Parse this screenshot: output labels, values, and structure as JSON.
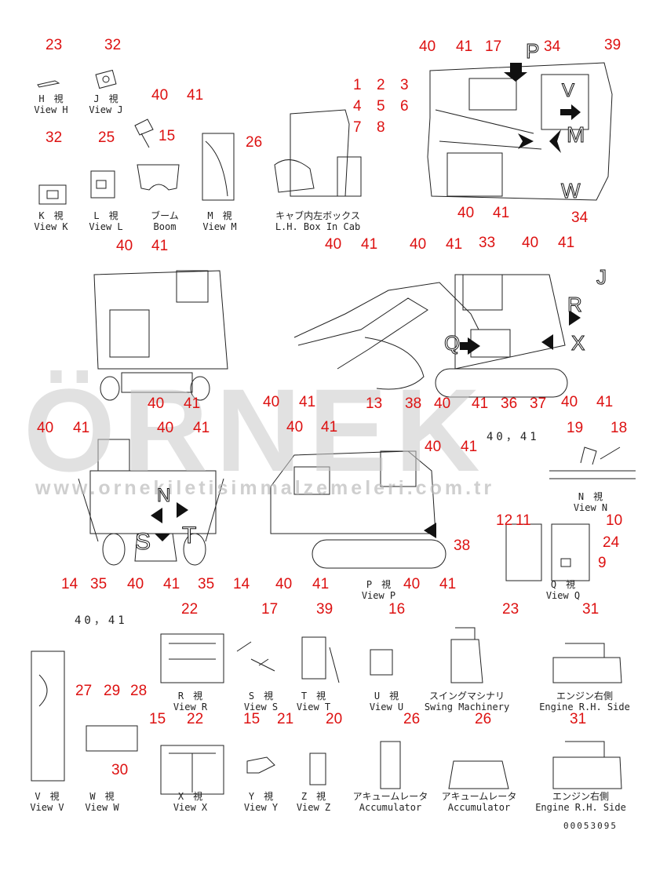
{
  "watermark": {
    "brand": "ÖRNEK",
    "url": "www.ornekiletisimmalzemeleri.com.tr"
  },
  "doc_code": "00053095",
  "callout_40_41": "40，41",
  "views": {
    "h": "H　視",
    "h_en": "View H",
    "j": "J　視",
    "j_en": "View J",
    "k": "K　視",
    "k_en": "View K",
    "l": "L　視",
    "l_en": "View L",
    "boom": "ブーム",
    "boom_en": "Boom",
    "m": "M　視",
    "m_en": "View M",
    "cab": "キャブ内左ボックス",
    "cab_en": "L.H. Box In Cab",
    "n": "N　視",
    "n_en": "View N",
    "p": "P　視",
    "p_en": "View P",
    "q": "Q　視",
    "q_en": "View Q",
    "r": "R　視",
    "r_en": "View R",
    "s": "S　視",
    "s_en": "View S",
    "t": "T　視",
    "t_en": "View T",
    "u": "U　視",
    "u_en": "View U",
    "swing": "スイングマシナリ",
    "swing_en": "Swing Machinery",
    "eng_rh1": "エンジン右側",
    "eng_rh1_en": "Engine R.H. Side",
    "v": "V　視",
    "v_en": "View V",
    "w": "W　視",
    "w_en": "View W",
    "x": "X　視",
    "x_en": "View X",
    "y": "Y　視",
    "y_en": "View Y",
    "z": "Z　視",
    "z_en": "View Z",
    "acc1": "アキュームレータ",
    "acc1_en": "Accumulator",
    "acc2": "アキュームレータ",
    "acc2_en": "Accumulator",
    "eng_rh2": "エンジン右側",
    "eng_rh2_en": "Engine R.H. Side"
  },
  "view_letters": [
    "P",
    "V",
    "J",
    "M",
    "W",
    "R",
    "X",
    "Q",
    "N",
    "S",
    "T"
  ],
  "callouts": [
    {
      "id": "c1",
      "text": "23"
    },
    {
      "id": "c2",
      "text": "32"
    },
    {
      "id": "c3",
      "text": "40"
    },
    {
      "id": "c4",
      "text": "41"
    },
    {
      "id": "c5",
      "text": "15"
    },
    {
      "id": "c6",
      "text": "32"
    },
    {
      "id": "c7",
      "text": "25"
    },
    {
      "id": "c8",
      "text": "26"
    },
    {
      "id": "c9",
      "text": "1"
    },
    {
      "id": "c10",
      "text": "2"
    },
    {
      "id": "c11",
      "text": "3"
    },
    {
      "id": "c12",
      "text": "4"
    },
    {
      "id": "c13",
      "text": "5"
    },
    {
      "id": "c14",
      "text": "6"
    },
    {
      "id": "c15",
      "text": "7"
    },
    {
      "id": "c16",
      "text": "8"
    },
    {
      "id": "c17",
      "text": "40"
    },
    {
      "id": "c18",
      "text": "41"
    },
    {
      "id": "c19",
      "text": "17"
    },
    {
      "id": "c20",
      "text": "34"
    },
    {
      "id": "c21",
      "text": "39"
    },
    {
      "id": "c22",
      "text": "40"
    },
    {
      "id": "c23",
      "text": "41"
    },
    {
      "id": "c24",
      "text": "34"
    },
    {
      "id": "c25",
      "text": "40"
    },
    {
      "id": "c26",
      "text": "41"
    },
    {
      "id": "c27",
      "text": "40"
    },
    {
      "id": "c28",
      "text": "41"
    },
    {
      "id": "c29",
      "text": "40"
    },
    {
      "id": "c30",
      "text": "41"
    },
    {
      "id": "c31",
      "text": "33"
    },
    {
      "id": "c32",
      "text": "40"
    },
    {
      "id": "c33",
      "text": "41"
    },
    {
      "id": "c34",
      "text": "40"
    },
    {
      "id": "c35",
      "text": "41"
    },
    {
      "id": "c36",
      "text": "40"
    },
    {
      "id": "c37",
      "text": "41"
    },
    {
      "id": "c38",
      "text": "13"
    },
    {
      "id": "c39",
      "text": "38"
    },
    {
      "id": "c40",
      "text": "40"
    },
    {
      "id": "c41",
      "text": "41"
    },
    {
      "id": "c42",
      "text": "36"
    },
    {
      "id": "c43",
      "text": "37"
    },
    {
      "id": "c44",
      "text": "40"
    },
    {
      "id": "c45",
      "text": "41"
    },
    {
      "id": "c46",
      "text": "40"
    },
    {
      "id": "c47",
      "text": "41"
    },
    {
      "id": "c48",
      "text": "40"
    },
    {
      "id": "c49",
      "text": "41"
    },
    {
      "id": "c50",
      "text": "40"
    },
    {
      "id": "c51",
      "text": "41"
    },
    {
      "id": "c52",
      "text": "19"
    },
    {
      "id": "c53",
      "text": "18"
    },
    {
      "id": "c54",
      "text": "40"
    },
    {
      "id": "c55",
      "text": "41"
    },
    {
      "id": "c56",
      "text": "12"
    },
    {
      "id": "c57",
      "text": "11"
    },
    {
      "id": "c58",
      "text": "10"
    },
    {
      "id": "c59",
      "text": "24"
    },
    {
      "id": "c60",
      "text": "9"
    },
    {
      "id": "c61",
      "text": "38"
    },
    {
      "id": "c62",
      "text": "14"
    },
    {
      "id": "c63",
      "text": "35"
    },
    {
      "id": "c64",
      "text": "40"
    },
    {
      "id": "c65",
      "text": "41"
    },
    {
      "id": "c66",
      "text": "35"
    },
    {
      "id": "c67",
      "text": "14"
    },
    {
      "id": "c68",
      "text": "40"
    },
    {
      "id": "c69",
      "text": "41"
    },
    {
      "id": "c70",
      "text": "40"
    },
    {
      "id": "c71",
      "text": "41"
    },
    {
      "id": "c72",
      "text": "22"
    },
    {
      "id": "c73",
      "text": "17"
    },
    {
      "id": "c74",
      "text": "39"
    },
    {
      "id": "c75",
      "text": "16"
    },
    {
      "id": "c76",
      "text": "23"
    },
    {
      "id": "c77",
      "text": "31"
    },
    {
      "id": "c78",
      "text": "27"
    },
    {
      "id": "c79",
      "text": "29"
    },
    {
      "id": "c80",
      "text": "28"
    },
    {
      "id": "c81",
      "text": "30"
    },
    {
      "id": "c82",
      "text": "15"
    },
    {
      "id": "c83",
      "text": "22"
    },
    {
      "id": "c84",
      "text": "15"
    },
    {
      "id": "c85",
      "text": "21"
    },
    {
      "id": "c86",
      "text": "20"
    },
    {
      "id": "c87",
      "text": "26"
    },
    {
      "id": "c88",
      "text": "26"
    },
    {
      "id": "c89",
      "text": "31"
    }
  ]
}
